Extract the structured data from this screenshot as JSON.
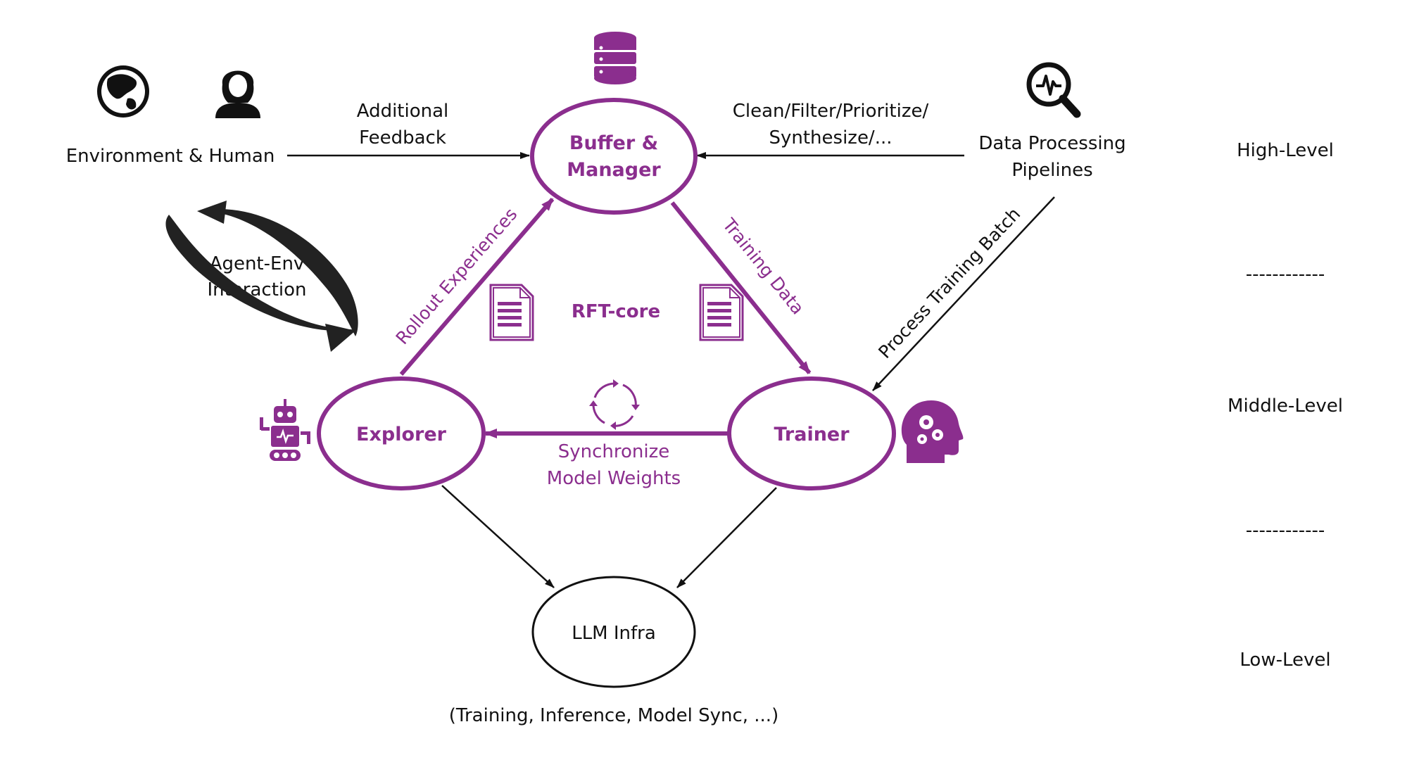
{
  "colors": {
    "purple": "#8b2e8e",
    "black": "#111111"
  },
  "nodes": {
    "buffer_line1": "Buffer &",
    "buffer_line2": "Manager",
    "explorer": "Explorer",
    "trainer": "Trainer",
    "llm_infra": "LLM Infra",
    "core_label": "RFT-core"
  },
  "labels": {
    "env_human": "Environment & Human",
    "additional_feedback_1": "Additional",
    "additional_feedback_2": "Feedback",
    "clean_filter_1": "Clean/Filter/Prioritize/",
    "clean_filter_2": "Synthesize/...",
    "data_processing_1": "Data Processing",
    "data_processing_2": "Pipelines",
    "agent_env_1": "Agent-Env",
    "agent_env_2": "Interaction",
    "rollout": "Rollout Experiences",
    "training_data": "Training Data",
    "process_batch": "Process Training Batch",
    "sync_1": "Synchronize",
    "sync_2": "Model Weights",
    "llm_infra_note": "(Training, Inference, Model Sync, ...)"
  },
  "levels": {
    "high": "High-Level",
    "middle": "Middle-Level",
    "low": "Low-Level",
    "divider": "------------"
  },
  "icons": [
    "globe-icon",
    "person-icon",
    "database-icon",
    "magnifier-waveform-icon",
    "document-icon",
    "sync-cycle-icon",
    "robot-icon",
    "head-gears-icon",
    "cycle-arrows-icon"
  ]
}
